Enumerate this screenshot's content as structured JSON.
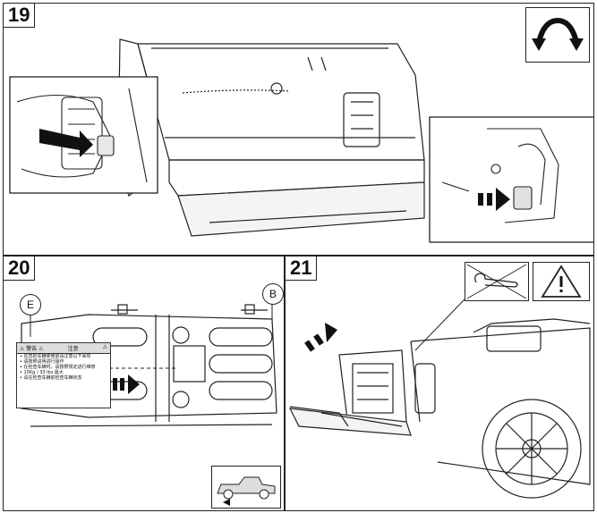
{
  "steps": [
    {
      "number": "19"
    },
    {
      "number": "20"
    },
    {
      "number": "21"
    }
  ],
  "callouts": {
    "left": "E",
    "right": "B"
  },
  "warning_label": {
    "header_left": "⚠ 警告 ⚠",
    "header_mid": "注意",
    "header_right": "⚠",
    "lines": [
      "• 在您的车辆使用前请注意以下事项",
      "• 请按照说明进行操作",
      "• 在检查车辆时，请按照规定进行维修",
      "• 15Kg / 33 lbs 最大",
      "• 请在检查车辆前检查车辆状态"
    ]
  },
  "icons": {
    "rotate": "rotate-arrows-icon",
    "no_hook": "no-hook-prohibited-icon",
    "caution": "caution-triangle-icon",
    "truck": "pickup-truck-icon"
  },
  "colors": {
    "line": "#222222",
    "arrow": "#111111",
    "highlight": "#d8d8d8"
  }
}
